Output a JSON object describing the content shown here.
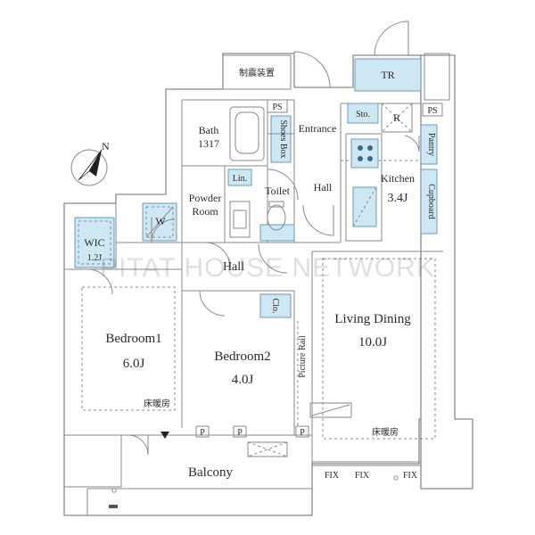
{
  "watermark": "PITAT HOUSE NETWORK",
  "north_label": "N",
  "rooms": {
    "seismic": "制震装置",
    "tr": "TR",
    "ps_left": "PS",
    "ps_right": "PS",
    "bath_name": "Bath",
    "bath_size": "1317",
    "shoes_box": "Shoes Box",
    "entrance": "Entrance",
    "storage": "Sto.",
    "refrigerator": "R",
    "kitchen_name": "Kitchen",
    "kitchen_size": "3.4J",
    "pantry": "Pantry",
    "cupboard": "Cupboard",
    "linen": "Lin.",
    "toilet": "Toilet",
    "hall_upper": "Hall",
    "powder_line1": "Powder",
    "powder_line2": "Room",
    "washer": "W",
    "wic_name": "WIC",
    "wic_size": "1.2J",
    "hall_lower": "Hall",
    "closet": "Clo.",
    "living_name": "Living Dining",
    "living_size": "10.0J",
    "bedroom1_name": "Bedroom1",
    "bedroom1_size": "6.0J",
    "bedroom2_name": "Bedroom2",
    "bedroom2_size": "4.0J",
    "picture_rail": "Picture Rail",
    "floor_heat_1": "床暖房",
    "floor_heat_2": "床暖房",
    "p1": "P",
    "p2": "P",
    "p3": "P",
    "balcony": "Balcony",
    "fix1": "FIX",
    "fix2": "FIX",
    "fix3": "FIX"
  }
}
